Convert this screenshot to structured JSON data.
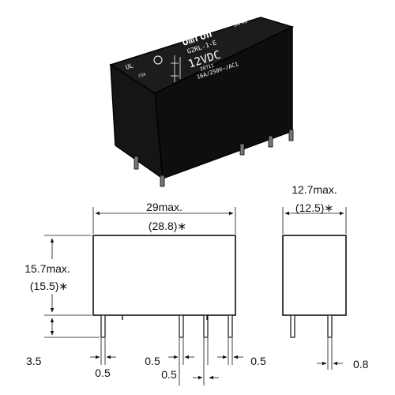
{
  "relay": {
    "brand": "omron",
    "country": "JAPAN",
    "model": "G2RL-1-E",
    "voltage": "12VDC",
    "lot": "20711",
    "rating": "16A/250V~/AC1",
    "cert_ul": "UL",
    "cert_csa": "CSA"
  },
  "dimensions": {
    "length_max": "29max.",
    "length_nominal": "(28.8)∗",
    "height_max": "15.7max.",
    "height_nominal": "(15.5)∗",
    "width_max": "12.7max.",
    "width_nominal": "(12.5)∗",
    "pin_length": "3.5",
    "pin_width_a": "0.5",
    "pin_width_b": "0.5",
    "pin_width_c": "0.5",
    "pin_width_d": "0.5",
    "pin_thickness": "0.8"
  }
}
